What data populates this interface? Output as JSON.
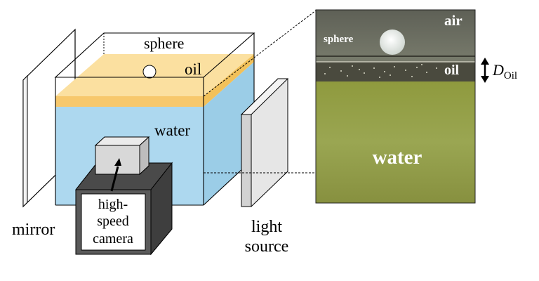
{
  "labels": {
    "sphere": "sphere",
    "oil": "oil",
    "water": "water",
    "camera_line1": "high-",
    "camera_line2": "speed",
    "camera_line3": "camera",
    "mirror": "mirror",
    "light_line1": "light",
    "light_line2": "source"
  },
  "photo": {
    "air": "air",
    "sphere": "sphere",
    "oil": "oil",
    "water": "water"
  },
  "thickness": {
    "symbol": "D",
    "subscript": "Oil"
  },
  "colors": {
    "water": "#add8ef",
    "oil": "#fbd98a",
    "oil_edge": "#f2c15a",
    "camera_body": "#5a5a5a",
    "camera_lens": "#d8d8d8",
    "light_panel": "#dcdcdc",
    "photo_air": "#6f7263",
    "photo_oil": "#4a4a3e",
    "photo_water": "#8e9a48"
  },
  "icons": {
    "thickness_arrow": "double-headed-vertical-arrow-icon",
    "camera_pointer": "arrow-icon"
  }
}
